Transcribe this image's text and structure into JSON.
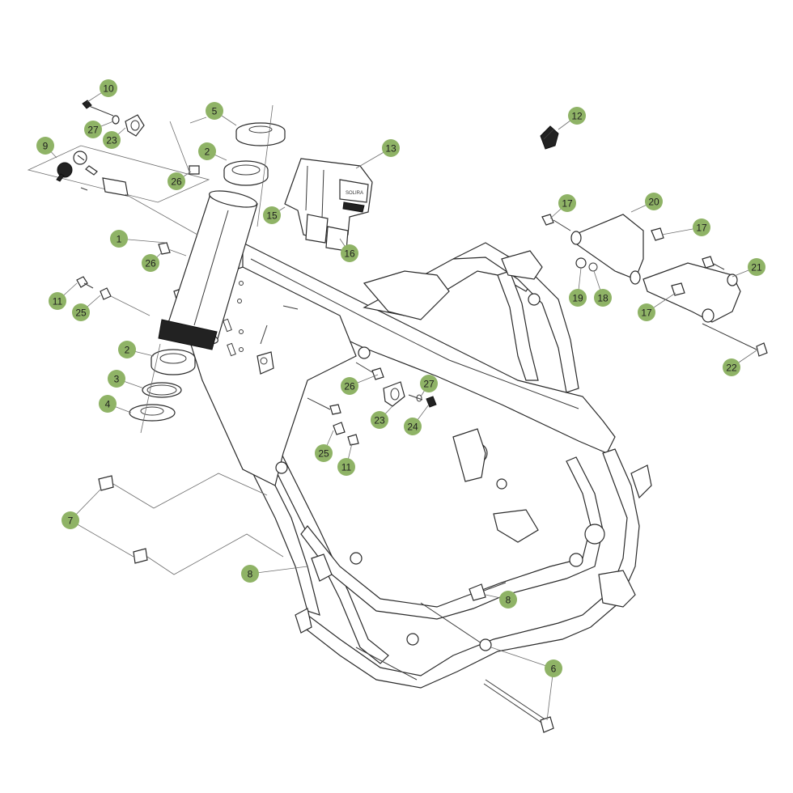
{
  "diagram": {
    "callouts": [
      {
        "num": "10"
      },
      {
        "num": "27"
      },
      {
        "num": "23"
      },
      {
        "num": "9"
      },
      {
        "num": "26"
      },
      {
        "num": "5"
      },
      {
        "num": "2"
      },
      {
        "num": "13"
      },
      {
        "num": "12"
      },
      {
        "num": "15"
      },
      {
        "num": "16"
      },
      {
        "num": "1"
      },
      {
        "num": "26"
      },
      {
        "num": "11"
      },
      {
        "num": "25"
      },
      {
        "num": "2"
      },
      {
        "num": "3"
      },
      {
        "num": "4"
      },
      {
        "num": "17"
      },
      {
        "num": "20"
      },
      {
        "num": "17"
      },
      {
        "num": "21"
      },
      {
        "num": "19"
      },
      {
        "num": "18"
      },
      {
        "num": "17"
      },
      {
        "num": "22"
      },
      {
        "num": "26"
      },
      {
        "num": "27"
      },
      {
        "num": "23"
      },
      {
        "num": "24"
      },
      {
        "num": "25"
      },
      {
        "num": "11"
      },
      {
        "num": "7"
      },
      {
        "num": "8"
      },
      {
        "num": "8"
      },
      {
        "num": "6"
      }
    ],
    "colors": {
      "callout_fill": "#8fb366",
      "line": "#3a3a3a",
      "part_dark": "#222222"
    },
    "embossed_text": "SOLIRA"
  }
}
